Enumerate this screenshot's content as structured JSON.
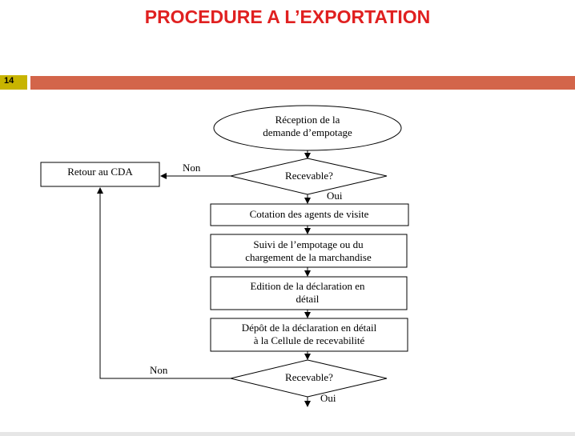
{
  "slide": {
    "title": "PROCEDURE A L’EXPORTATION",
    "number": "14"
  },
  "flow": {
    "start": [
      "Réception de la",
      "demande d’empotage"
    ],
    "decision1": "Recevable?",
    "retour": "Retour au CDA",
    "non1": "Non",
    "oui1": "Oui",
    "step1": [
      "Cotation des agents de visite"
    ],
    "step2": [
      "Suivi de l’empotage ou du",
      "chargement de la marchandise"
    ],
    "step3": [
      "Edition de la déclaration en",
      "détail"
    ],
    "step4": [
      "Dépôt de la déclaration en détail",
      "à la Cellule de recevabilité"
    ],
    "decision2": "Recevable?",
    "non2": "Non",
    "oui2": "Oui"
  }
}
